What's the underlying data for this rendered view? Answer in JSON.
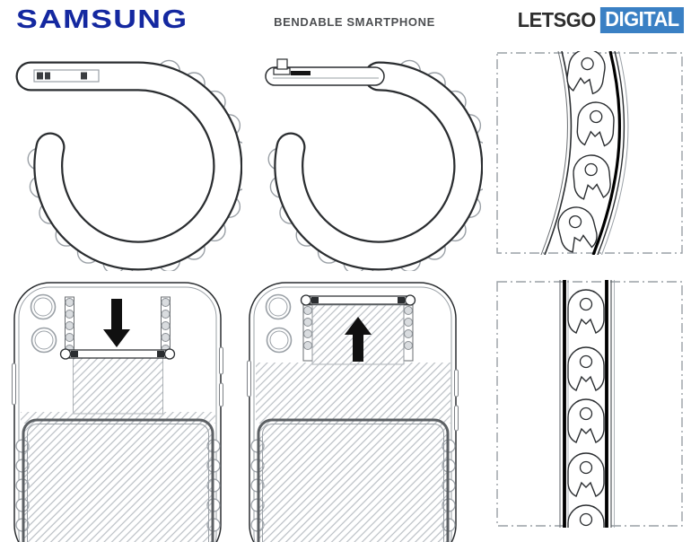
{
  "header": {
    "samsung_logo": "SAMSUNG",
    "title": "BENDABLE SMARTPHONE",
    "site_logo": {
      "letsgo": "LETSGO",
      "digital": "DIGITAL"
    }
  },
  "colors": {
    "samsung_blue": "#1428a0",
    "title_gray": "#4d4f52",
    "letsgo_dark": "#2e2e2e",
    "letsgo_blue": "#3a80c4",
    "line_dark": "#2a2d30",
    "line_light": "#9aa0a6",
    "hatch_color": "#b9bec4",
    "arrow_black": "#101010",
    "background": "#ffffff"
  },
  "icons": {
    "down_arrow_icon": "▼",
    "up_arrow_icon": "▲"
  }
}
